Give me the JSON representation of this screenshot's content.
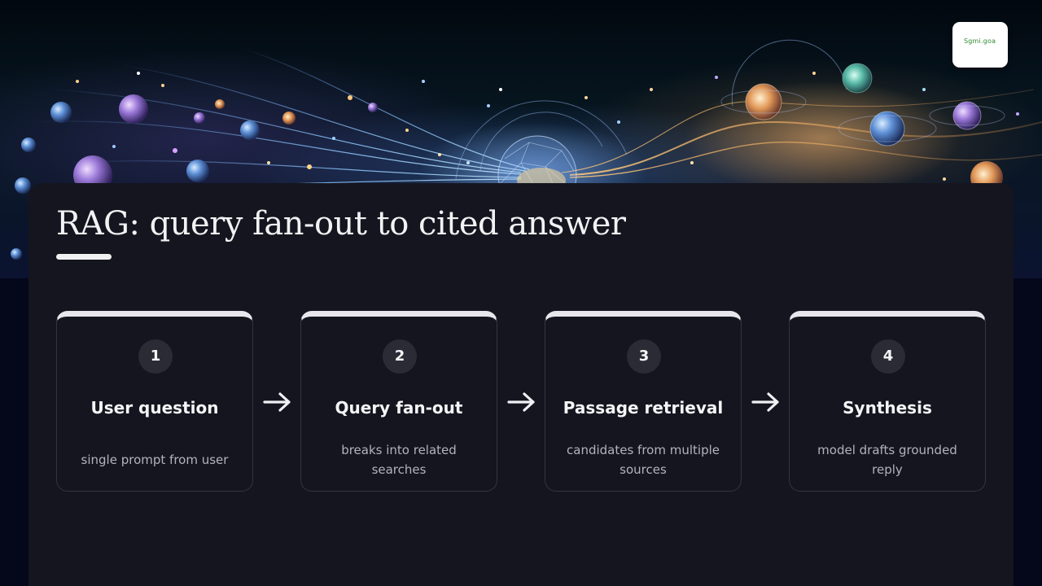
{
  "title": "RAG: query fan-out to cited answer",
  "logo_text": "Sgmi.goa",
  "colors": {
    "panel": "#15151f",
    "card_accent": "#e6e6ec",
    "text_primary": "#f5f5f7",
    "text_secondary": "#b3b3bd"
  },
  "steps": [
    {
      "number": "1",
      "title": "User question",
      "description": "single prompt from user"
    },
    {
      "number": "2",
      "title": "Query fan-out",
      "description": "breaks into related searches"
    },
    {
      "number": "3",
      "title": "Passage retrieval",
      "description": "candidates from multiple sources"
    },
    {
      "number": "4",
      "title": "Synthesis",
      "description": "model drafts grounded reply"
    }
  ],
  "connector_icon": "arrow-right-icon"
}
